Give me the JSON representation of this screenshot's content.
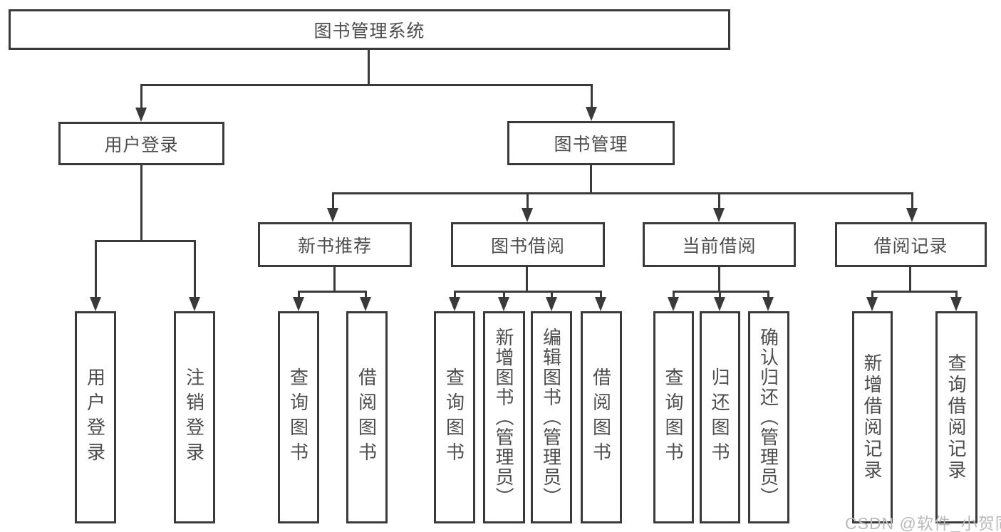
{
  "diagram": {
    "title": "图书管理系统",
    "root": {
      "label": "图书管理系统"
    },
    "branches": [
      {
        "label": "用户登录",
        "children": [
          {
            "label": "用户登录"
          },
          {
            "label": "注销登录"
          }
        ]
      },
      {
        "label": "图书管理",
        "sections": [
          {
            "label": "新书推荐",
            "children": [
              {
                "label": "查询图书"
              },
              {
                "label": "借阅图书"
              }
            ]
          },
          {
            "label": "图书借阅",
            "children": [
              {
                "label": "查询图书"
              },
              {
                "label": "新增图书（管理员）"
              },
              {
                "label": "编辑图书（管理员）"
              },
              {
                "label": "借阅图书"
              }
            ]
          },
          {
            "label": "当前借阅",
            "children": [
              {
                "label": "查询图书"
              },
              {
                "label": "归还图书"
              },
              {
                "label": "确认归还（管理员）"
              }
            ]
          },
          {
            "label": "借阅记录",
            "children": [
              {
                "label": "新增借阅记录"
              },
              {
                "label": "查询借阅记录"
              }
            ]
          }
        ]
      }
    ]
  },
  "watermark": {
    "text": "CSDN @软件_小贺同学"
  },
  "colors": {
    "line": "#3a3a3a",
    "box_border": "#3a3a3a",
    "text": "#4d4d4d",
    "watermark_text": "#b9b9b9",
    "background": "#ffffff"
  }
}
